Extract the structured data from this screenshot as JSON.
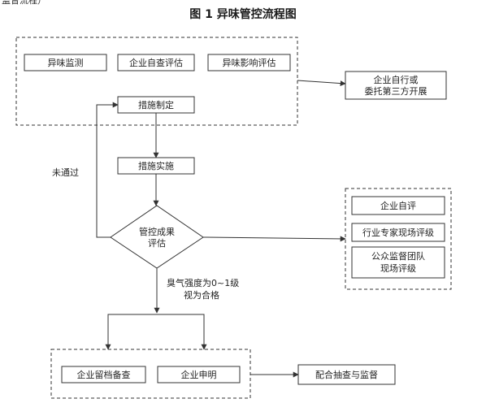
{
  "top_fragment": "监督流程）",
  "title": "图 1  异味管控流程图",
  "nodes": {
    "odor_monitoring": "异味监测",
    "self_check": "企业自查评估",
    "impact_assessment": "异味影响评估",
    "measure_formulation": "措施制定",
    "measure_implementation": "措施实施",
    "effect_evaluation_line1": "管控成果",
    "effect_evaluation_line2": "评估",
    "enterprise_or_third_party_line1": "企业自行或",
    "enterprise_or_third_party_line2": "委托第三方开展",
    "self_evaluation": "企业自评",
    "expert_evaluation": "行业专家现场评级",
    "public_team_line1": "公众监督团队",
    "public_team_line2": "现场评级",
    "filing": "企业留档备查",
    "declaration": "企业申明",
    "inspection": "配合抽查与监督"
  },
  "labels": {
    "not_passed": "未通过",
    "criterion_line1": "臭气强度为0~1级",
    "criterion_line2": "视为合格"
  }
}
